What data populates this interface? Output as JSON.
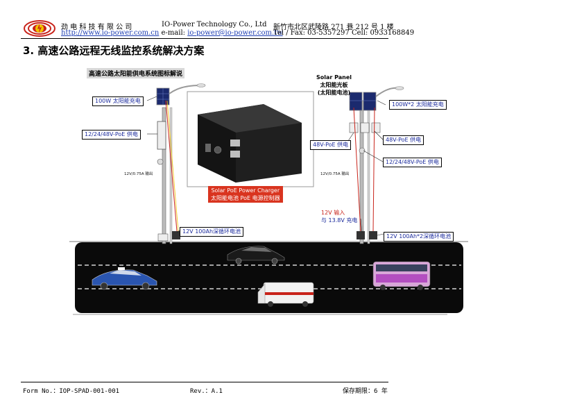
{
  "header": {
    "company_cn": "劲 电 科 技 有 限 公 司",
    "company_en": "IO-Power Technology Co., Ltd",
    "address": "新竹市北区武陵路 271 巷 212 号 1 楼",
    "website": "http://www.io-power.com.cn",
    "email_label": "e-mail:",
    "email": "io-power@io-power.com.tw",
    "phone": "Tel / Fax: 03-5357297 Cell: 0933168849"
  },
  "section_title": "3. 高速公路远程无线监控系统解决方案",
  "diagram": {
    "caption": "高速公路太阳能供电系统图标解说",
    "left_pole": {
      "panel_label": "100W 太阳能充电",
      "poe_label": "12/24/48V-PoE 供电",
      "output_label": "12V/0.75A 输出",
      "battery_label": "12V 100Ah深循环电池"
    },
    "device": {
      "label_en": "Solar PoE Power Charger",
      "label_cn": "太阳能电池 PoE 电源控制器"
    },
    "right_pole": {
      "solar_title_en": "Solar Panel",
      "solar_title_cn": "太阳能光板",
      "solar_title_cn2": "(太阳能电池)",
      "panel_label": "100W*2 太阳能充电",
      "poe48_left": "48V-PoE 供电",
      "poe48_right": "48V-PoE 供电",
      "poe_multi": "12/24/48V-PoE 供电",
      "output_label": "12V/0.75A 输出",
      "input_line1": "12V 输入",
      "input_line2": "与 13.8V 充电",
      "battery_label": "12V 100Ah*2深循环电池"
    }
  },
  "footer": {
    "form_no": "Form No.：IOP-SPAD-001-001",
    "rev": "Rev.：A.1",
    "retention": "保存期限：6 年"
  },
  "colors": {
    "link": "#1f3fb3",
    "label_blue": "#1a2a9c",
    "label_red": "#c8231a",
    "road": "#0a0a0a",
    "logo_red": "#c8231a",
    "logo_yellow": "#f2c200"
  }
}
